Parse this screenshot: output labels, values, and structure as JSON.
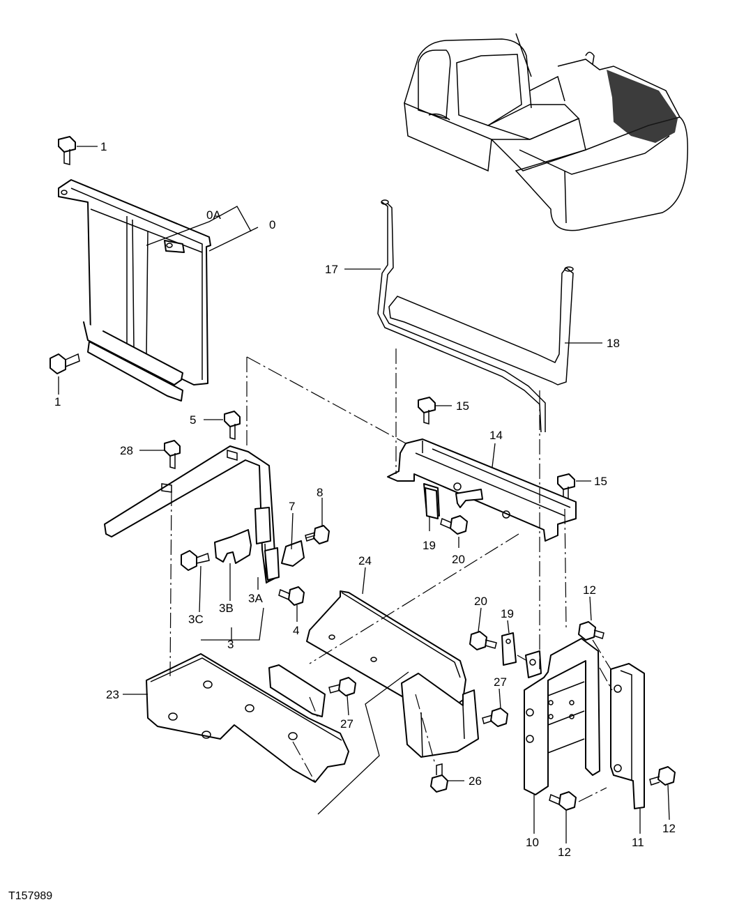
{
  "diagram": {
    "reference_code": "T157989",
    "labels": {
      "l1a": "1",
      "l1b": "1",
      "l0": "0",
      "l0A": "0A",
      "l17": "17",
      "l18": "18",
      "l15a": "15",
      "l15b": "15",
      "l14": "14",
      "l5": "5",
      "l28": "28",
      "l7": "7",
      "l8": "8",
      "l19a": "19",
      "l20a": "20",
      "l24": "24",
      "l3A": "3A",
      "l3B": "3B",
      "l3C": "3C",
      "l3": "3",
      "l4": "4",
      "l20b": "20",
      "l19b": "19",
      "l12a": "12",
      "l23": "23",
      "l27a": "27",
      "l27b": "27",
      "l26": "26",
      "l10": "10",
      "l11": "11",
      "l12b": "12",
      "l12c": "12"
    },
    "icons": {
      "machine": "excavator-outline-icon",
      "bolt": "hex-bolt-icon"
    }
  }
}
